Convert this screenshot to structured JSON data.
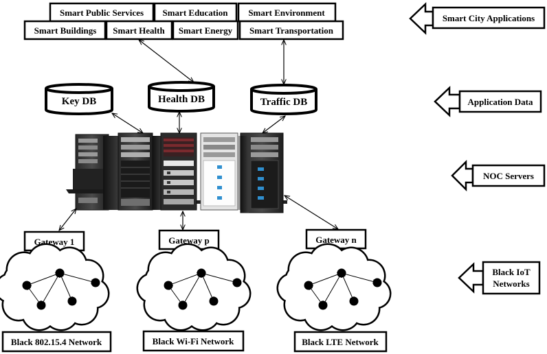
{
  "applications": {
    "row1": [
      "Smart Public Services",
      "Smart Education",
      "Smart Environment"
    ],
    "row2": [
      "Smart Buildings",
      "Smart Health",
      "Smart Energy",
      "Smart Transportation"
    ]
  },
  "databases": [
    "Key DB",
    "Health DB",
    "Traffic  DB"
  ],
  "gateways": [
    "Gateway 1",
    "Gateway p",
    "Gateway n"
  ],
  "networks": [
    "Black 802.15.4 Network",
    "Black Wi-Fi Network",
    "Black LTE Network"
  ],
  "layers": {
    "applications": "Smart City Applications",
    "data": "Application Data",
    "servers": "NOC Servers",
    "networks_line1": "Black IoT",
    "networks_line2": "Networks"
  }
}
